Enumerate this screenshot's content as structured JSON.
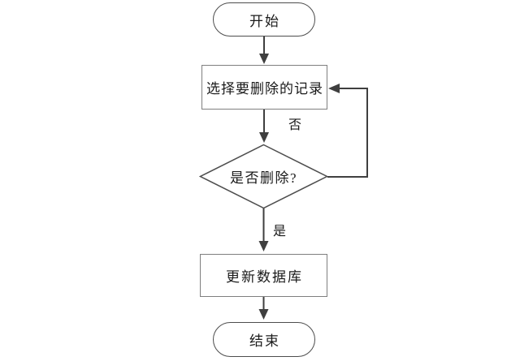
{
  "flowchart": {
    "title": "delete-record-flowchart",
    "nodes": {
      "start": {
        "type": "terminator",
        "label": "开始"
      },
      "select": {
        "type": "process",
        "label": "选择要删除的记录"
      },
      "decision": {
        "type": "decision",
        "label": "是否删除?"
      },
      "update": {
        "type": "process",
        "label": "更新数据库"
      },
      "end": {
        "type": "terminator",
        "label": "结束"
      }
    },
    "edges": {
      "no_label": "否",
      "yes_label": "是"
    },
    "colors": {
      "background": "#ffffff",
      "connector": "#3f3f3f",
      "terminator_border": "#4d4d4d",
      "process_border": "#7f7f7f",
      "decision_border": "#4d4d4d",
      "text": "#1a1a1a"
    }
  }
}
